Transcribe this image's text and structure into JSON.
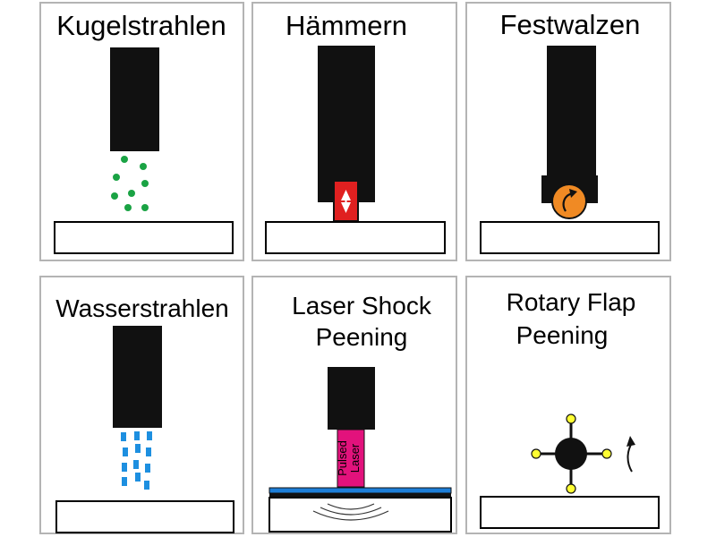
{
  "panels": [
    {
      "id": "kugelstrahlen",
      "title": [
        "Kugelstrahlen"
      ]
    },
    {
      "id": "haemmern",
      "title": [
        "Hämmern"
      ]
    },
    {
      "id": "festwalzen",
      "title": [
        "Festwalzen"
      ]
    },
    {
      "id": "wasserstrahlen",
      "title": [
        "Wasserstrahlen"
      ]
    },
    {
      "id": "laser-shock-peening",
      "title": [
        "Laser Shock",
        "Peening"
      ],
      "laser_label": [
        "Pulsed",
        "Laser"
      ]
    },
    {
      "id": "rotary-flap-peening",
      "title": [
        "Rotary Flap",
        "Peening"
      ]
    }
  ],
  "colors": {
    "tool": "#111111",
    "shot": "#1aa344",
    "hammer": "#e02020",
    "roller": "#f08a24",
    "water": "#1d8fe0",
    "laser": "#e2127c",
    "coating_blue": "#1d7ed8",
    "flap_tip": "#ffff33",
    "panel_border": "#b4b4b4"
  },
  "icons": {
    "hammer": "double-arrow-vertical-icon",
    "roller": "rotation-arrow-icon",
    "flap": "rotation-arrow-icon"
  }
}
